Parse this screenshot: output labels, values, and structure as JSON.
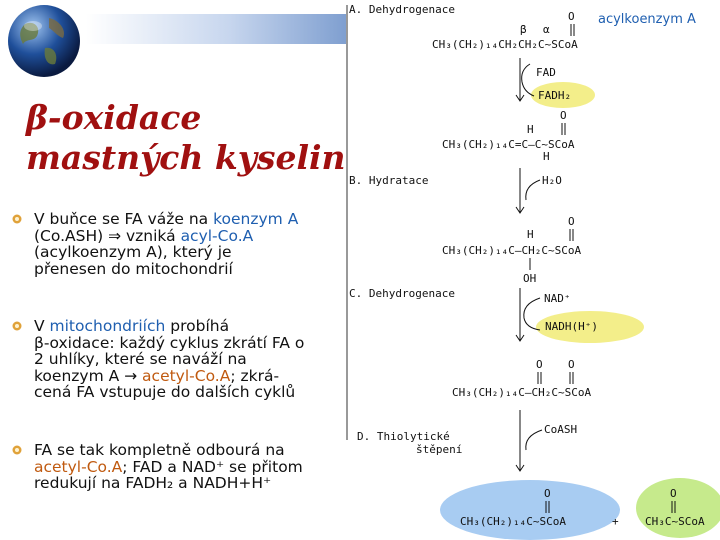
{
  "slide": {
    "title_line1": "β-oxidace",
    "title_line2": "mastných kyselin",
    "corner_label": "acylkoenzym A"
  },
  "bullets": [
    {
      "lines": [
        [
          {
            "t": "V buňce se FA váže na "
          },
          {
            "t": "koenzym A",
            "c": "blue"
          }
        ],
        [
          {
            "t": "(Co.ASH) ⇒ vzniká "
          },
          {
            "t": "acyl-Co.A",
            "c": "blue"
          }
        ],
        [
          {
            "t": "(acylkoenzym A), který je"
          }
        ],
        [
          {
            "t": "přenesen do mitochondrií"
          }
        ]
      ]
    },
    {
      "lines": [
        [
          {
            "t": "V "
          },
          {
            "t": "mitochondriích",
            "c": "blue"
          },
          {
            "t": " probíhá"
          }
        ],
        [
          {
            "t": "β-oxidace: každý cyklus zkrátí FA o"
          }
        ],
        [
          {
            "t": "2 uhlíky, které se naváží na"
          }
        ],
        [
          {
            "t": "koenzym A → "
          },
          {
            "t": "acetyl-Co.A",
            "c": "orange"
          },
          {
            "t": "; zkrá-"
          }
        ],
        [
          {
            "t": "cená FA vstupuje do dalších cyklů"
          }
        ]
      ]
    },
    {
      "lines": [
        [
          {
            "t": "FA se tak kompletně odbourá na"
          }
        ],
        [
          {
            "t": "acetyl-Co.A",
            "c": "orange"
          },
          {
            "t": "; FAD a NAD⁺ se přitom"
          }
        ],
        [
          {
            "t": "redukují na FADH₂ a NADH+H⁺"
          }
        ]
      ]
    }
  ],
  "diagram": {
    "sections": {
      "a": "A. Dehydrogenace",
      "b": "B. Hydratace",
      "c": "C. Dehydrogenace",
      "d1": "D. Thiolytické",
      "d2": "štěpení"
    },
    "greek": {
      "beta": "β",
      "alpha": "α"
    },
    "atoms": {
      "O": "O",
      "H": "H",
      "OH": "OH"
    },
    "molecules": {
      "m1": "CH₃(CH₂)₁₄CH₂CH₂C~SCoA",
      "m2": "CH₃(CH₂)₁₄C=C–C~SCoA",
      "m3": "CH₃(CH₂)₁₄C–CH₂C~SCoA",
      "m4": "CH₃(CH₂)₁₄C–CH₂C~SCoA",
      "p1": "CH₃(CH₂)₁₄C~SCoA",
      "p2": "CH₃C~SCoA"
    },
    "cofactors": {
      "fad": "FAD",
      "fadh2": "FADH₂",
      "h2o": "H₂O",
      "nad": "NAD⁺",
      "nadh": "NADH(H⁺)",
      "coash": "CoASH",
      "plus": "+"
    },
    "colors": {
      "yellow": "#f3ee8a",
      "blue_ellipse": "#a8ccf2",
      "green_ellipse": "#c6ea8c",
      "title_red": "#a01010"
    }
  }
}
